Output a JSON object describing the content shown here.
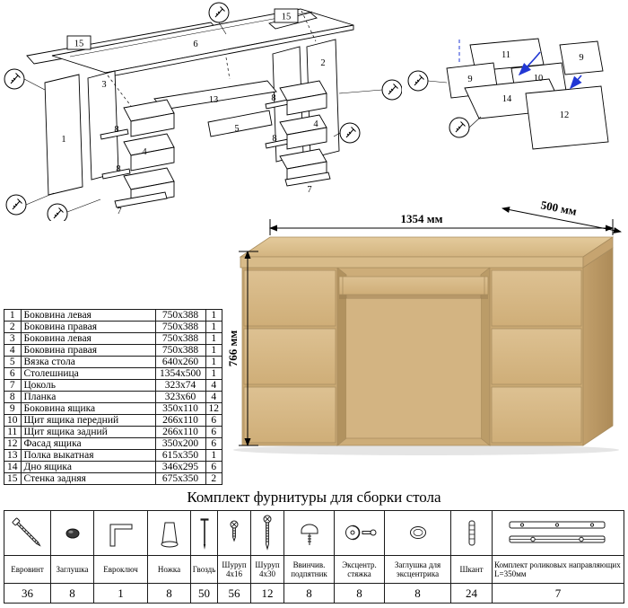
{
  "diagram_main": {
    "labels": [
      "15",
      "6",
      "15",
      "2",
      "13",
      "1",
      "3",
      "8",
      "4",
      "8",
      "7",
      "5",
      "8",
      "4",
      "8",
      "7"
    ]
  },
  "diagram_drawer": {
    "labels": [
      "11",
      "9",
      "9",
      "10",
      "14",
      "12"
    ]
  },
  "desk": {
    "width_label": "1354 мм",
    "depth_label": "500 мм",
    "height_label": "766 мм"
  },
  "parts_table": {
    "rows": [
      {
        "num": "1",
        "name": "Боковина левая",
        "size": "750x388",
        "qty": "1"
      },
      {
        "num": "2",
        "name": "Боковина правая",
        "size": "750x388",
        "qty": "1"
      },
      {
        "num": "3",
        "name": "Боковина левая",
        "size": "750x388",
        "qty": "1"
      },
      {
        "num": "4",
        "name": "Боковина правая",
        "size": "750x388",
        "qty": "1"
      },
      {
        "num": "5",
        "name": "Вязка стола",
        "size": "640x260",
        "qty": "1"
      },
      {
        "num": "6",
        "name": "Столешница",
        "size": "1354x500",
        "qty": "1"
      },
      {
        "num": "7",
        "name": "Цоколь",
        "size": "323x74",
        "qty": "4"
      },
      {
        "num": "8",
        "name": "Планка",
        "size": "323x60",
        "qty": "4"
      },
      {
        "num": "9",
        "name": "Боковина ящика",
        "size": "350x110",
        "qty": "12"
      },
      {
        "num": "10",
        "name": "Щит ящика передний",
        "size": "266x110",
        "qty": "6"
      },
      {
        "num": "11",
        "name": "Щит ящика задний",
        "size": "266x110",
        "qty": "6"
      },
      {
        "num": "12",
        "name": "Фасад ящика",
        "size": "350x200",
        "qty": "6"
      },
      {
        "num": "13",
        "name": "Полка выкатная",
        "size": "615x350",
        "qty": "1"
      },
      {
        "num": "14",
        "name": "Дно ящика",
        "size": "346x295",
        "qty": "6"
      },
      {
        "num": "15",
        "name": "Стенка задняя",
        "size": "675x350",
        "qty": "2"
      }
    ]
  },
  "hardware": {
    "title": "Комплект фурнитуры для сборки стола",
    "items": [
      {
        "icon": "confirmat-screw-icon",
        "name": "Евровинт",
        "qty": "36"
      },
      {
        "icon": "cap-plug-icon",
        "name": "Заглушка",
        "qty": "8"
      },
      {
        "icon": "hex-key-icon",
        "name": "Евроключ",
        "qty": "1"
      },
      {
        "icon": "leg-icon",
        "name": "Ножка",
        "qty": "8"
      },
      {
        "icon": "nail-icon",
        "name": "Гвоздь",
        "qty": "50"
      },
      {
        "icon": "screw-icon",
        "name": "Шуруп 4x16",
        "qty": "56"
      },
      {
        "icon": "screw-icon",
        "name": "Шуруп 4x30",
        "qty": "12"
      },
      {
        "icon": "screw-in-glide-icon",
        "name": "Ввинчив. подпятник",
        "qty": "8"
      },
      {
        "icon": "cam-lock-icon",
        "name": "Эксцентр. стяжка",
        "qty": "8"
      },
      {
        "icon": "cam-cover-icon",
        "name": "Заглушка для эксцентрика",
        "qty": "8"
      },
      {
        "icon": "dowel-icon",
        "name": "Шкант",
        "qty": "24"
      },
      {
        "icon": "drawer-slides-icon",
        "name": "Комплект роликовых направляющих L=350мм",
        "qty": "7"
      }
    ]
  },
  "colors": {
    "wood": "#d7ba88",
    "wood_dark": "#b5905c",
    "accent_blue": "#2238d4"
  }
}
